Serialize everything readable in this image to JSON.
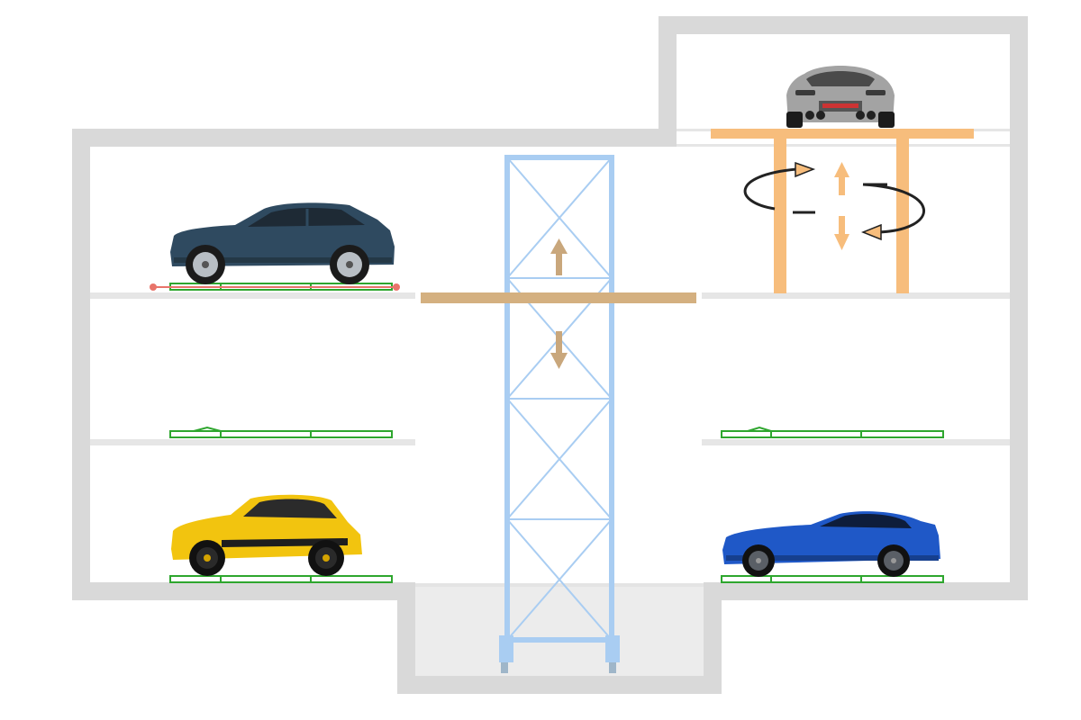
{
  "diagram": {
    "kind": "automated-parking-system-cross-section",
    "colors": {
      "wall": "#d9d9d9",
      "floor_slab": "#e6e6e6",
      "pit_fill": "#ececec",
      "lift_tower": "#a9cdf2",
      "lift_platform": "#d4b080",
      "turntable": "#f7bd7c",
      "pallet": "#2ea62e",
      "transfer_rail": "#e8746a",
      "arrow_lift": "#c9a77c",
      "arrow_turntable": "#f7bd7c"
    },
    "levels": [
      {
        "id": "top",
        "label": ""
      },
      {
        "id": "middle",
        "label": ""
      },
      {
        "id": "bottom",
        "label": ""
      }
    ],
    "bays": [
      {
        "id": "left-top",
        "occupied": true,
        "car": "dark-blue-suv",
        "car_icon": "suv-side-icon",
        "body_color": "#2f4a60"
      },
      {
        "id": "left-middle",
        "occupied": false
      },
      {
        "id": "left-bottom",
        "occupied": true,
        "car": "yellow-hatchback",
        "car_icon": "hatchback-side-icon",
        "body_color": "#f2c40f"
      },
      {
        "id": "right-middle",
        "occupied": false
      },
      {
        "id": "right-bottom",
        "occupied": true,
        "car": "blue-coupe",
        "car_icon": "coupe-side-icon",
        "body_color": "#1f58c7"
      },
      {
        "id": "turntable-top",
        "occupied": true,
        "car": "silver-gt-rear",
        "car_icon": "car-rear-icon",
        "body_color": "#9a9a9a"
      }
    ],
    "lift": {
      "direction": "up-down",
      "icons": [
        "arrow-up-icon",
        "arrow-down-icon"
      ]
    },
    "turntable": {
      "motion": "rotate-and-lift",
      "icons": [
        "rotate-arrow-icon",
        "arrow-up-icon",
        "arrow-down-icon"
      ]
    }
  }
}
